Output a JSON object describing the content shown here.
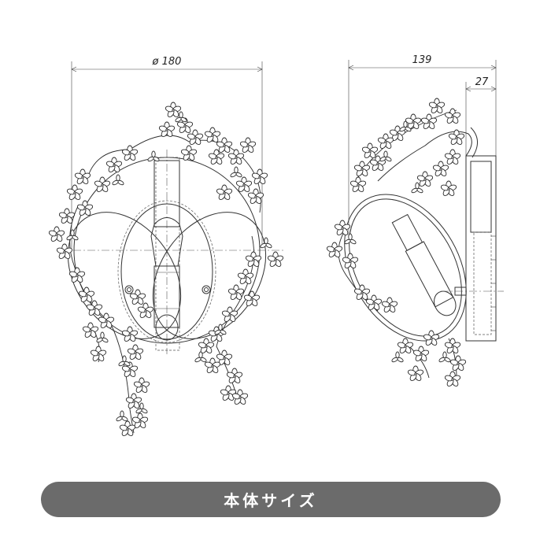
{
  "front_view": {
    "diameter_label": "ø 180"
  },
  "side_view": {
    "depth_label": "139",
    "base_depth_label": "27"
  },
  "footer": {
    "label": "本体サイズ"
  },
  "icons": [
    "flower-icon",
    "leaf-icon"
  ]
}
